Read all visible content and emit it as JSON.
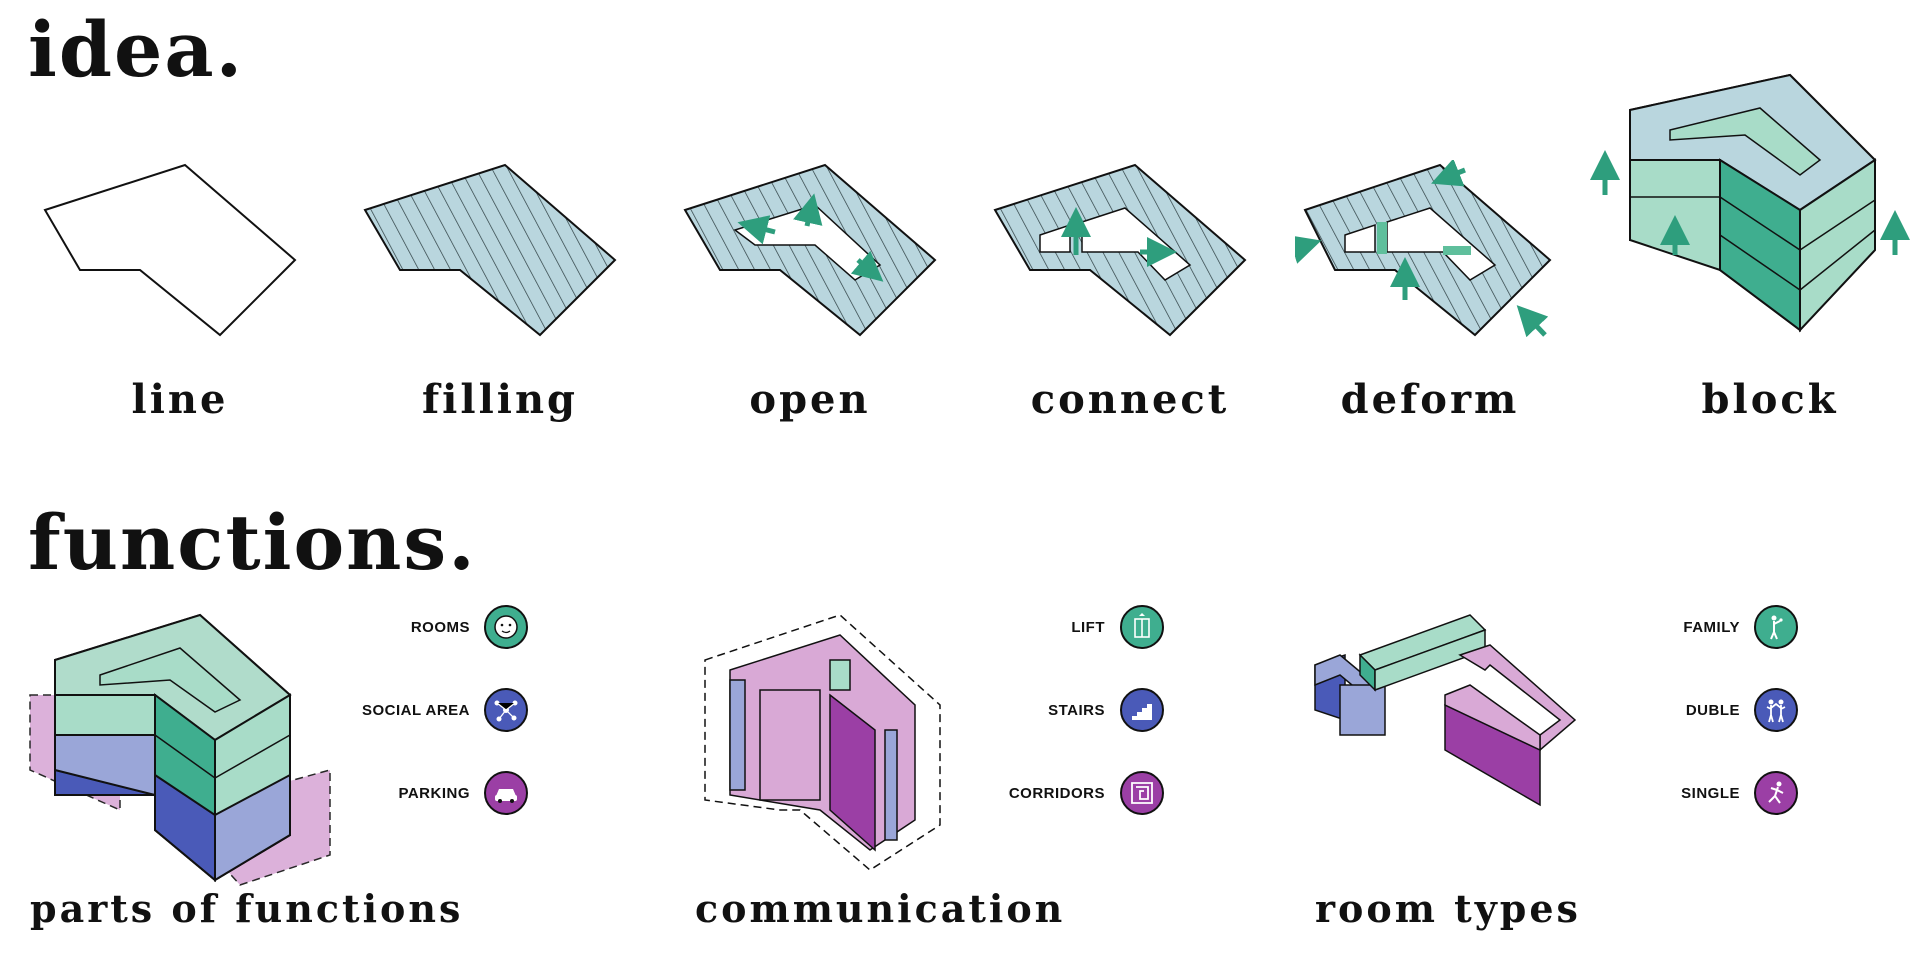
{
  "sections": {
    "idea_title": "idea.",
    "functions_title": "functions."
  },
  "idea_steps": [
    {
      "label": "line"
    },
    {
      "label": "filling"
    },
    {
      "label": "open"
    },
    {
      "label": "connect"
    },
    {
      "label": "deform"
    },
    {
      "label": "block"
    }
  ],
  "function_groups": [
    {
      "label": "parts of functions",
      "legend": [
        {
          "label": "ROOMS",
          "icon": "baby-face-icon",
          "color": "#3fae8f"
        },
        {
          "label": "SOCIAL AREA",
          "icon": "network-icon",
          "color": "#4a5ab8"
        },
        {
          "label": "PARKING",
          "icon": "car-icon",
          "color": "#9b3fa5"
        }
      ]
    },
    {
      "label": "communication",
      "legend": [
        {
          "label": "LIFT",
          "icon": "elevator-icon",
          "color": "#3fae8f"
        },
        {
          "label": "STAIRS",
          "icon": "stairs-icon",
          "color": "#4a5ab8"
        },
        {
          "label": "CORRIDORS",
          "icon": "maze-icon",
          "color": "#9b3fa5"
        }
      ]
    },
    {
      "label": "room types",
      "legend": [
        {
          "label": "FAMILY",
          "icon": "family-icon",
          "color": "#3fae8f"
        },
        {
          "label": "DUBLE",
          "icon": "couple-icon",
          "color": "#4a5ab8"
        },
        {
          "label": "SINGLE",
          "icon": "single-person-icon",
          "color": "#9b3fa5"
        }
      ]
    }
  ],
  "colors": {
    "green_light": "#a8dcc8",
    "green": "#5fbf9c",
    "green_dark": "#3fae8f",
    "blue_grey": "#b9d6de",
    "blue": "#4a5ab8",
    "blue_light": "#9aa6d8",
    "purple": "#9b3fa5",
    "purple_light": "#d9a9d6",
    "arrow": "#2e9e7d"
  }
}
